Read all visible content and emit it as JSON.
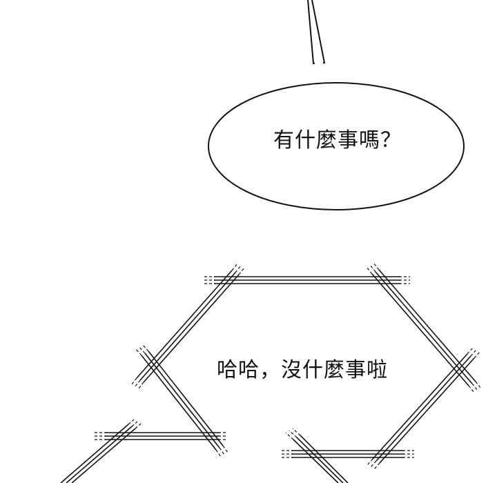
{
  "panel": {
    "background": "#ffffff",
    "ink_color": "#111111"
  },
  "bubbles": [
    {
      "type": "oval-speech",
      "tail": "top",
      "text": "有什麼事嗎？"
    },
    {
      "type": "hexagonal-thought-frame",
      "text": "哈哈，沒什麼事啦"
    }
  ]
}
